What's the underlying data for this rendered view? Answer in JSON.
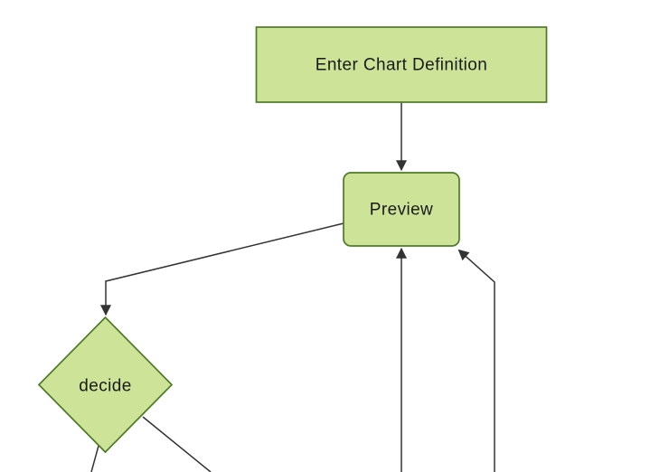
{
  "diagram": {
    "type": "flowchart",
    "direction": "top-down",
    "theme": "forest",
    "nodes": [
      {
        "id": "enter-chart-definition",
        "label": "Enter Chart Definition",
        "shape": "rectangle"
      },
      {
        "id": "preview",
        "label": "Preview",
        "shape": "rounded-rectangle"
      },
      {
        "id": "decide",
        "label": "decide",
        "shape": "diamond"
      }
    ],
    "edges": [
      {
        "from": "enter-chart-definition",
        "to": "preview",
        "arrowhead": true
      },
      {
        "from": "preview",
        "to": "decide",
        "arrowhead": true
      },
      {
        "from": "offscreen-bottom",
        "to": "preview",
        "arrowhead": true
      },
      {
        "from": "offscreen-bottom-right",
        "to": "preview",
        "arrowhead": true
      },
      {
        "from": "decide",
        "to": "offscreen-bottom-left",
        "arrowhead": false
      },
      {
        "from": "decide",
        "to": "offscreen-bottom",
        "arrowhead": false
      }
    ]
  },
  "colors": {
    "node_fill": "#cde498",
    "node_stroke": "#4e7a28",
    "edge_color": "#333333",
    "text_color": "#1a1a1a",
    "background": "#ffffff"
  }
}
